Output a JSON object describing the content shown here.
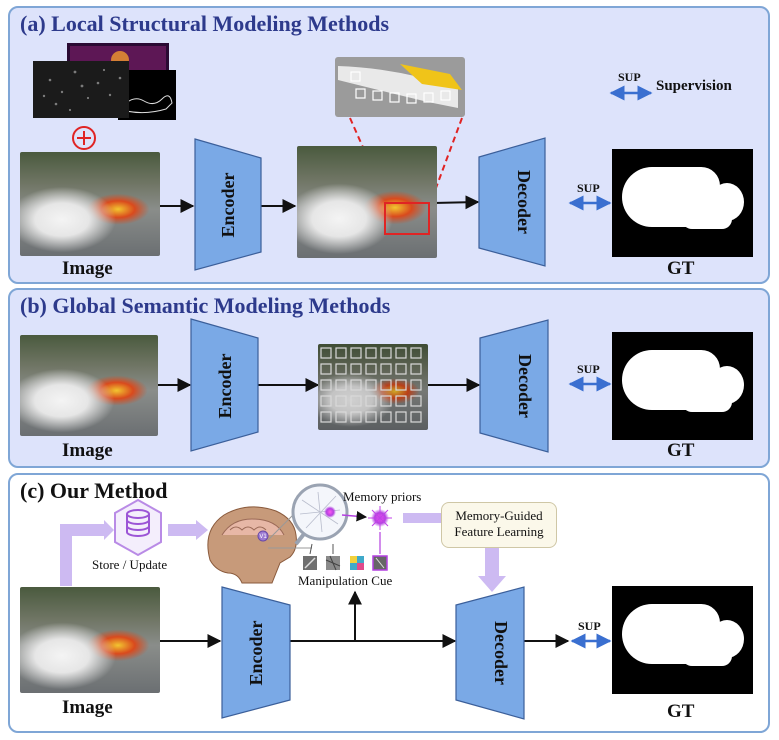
{
  "panels": {
    "a": {
      "title": "(a) Local Structural Modeling Methods",
      "image_label": "Image",
      "gt_label": "GT",
      "encoder": "Encoder",
      "decoder": "Decoder",
      "sup": "SUP"
    },
    "b": {
      "title": "(b) Global Semantic Modeling Methods",
      "image_label": "Image",
      "gt_label": "GT",
      "encoder": "Encoder",
      "decoder": "Decoder",
      "sup": "SUP"
    },
    "c": {
      "title": "(c) Our Method",
      "image_label": "Image",
      "gt_label": "GT",
      "encoder": "Encoder",
      "decoder": "Decoder",
      "sup": "SUP",
      "store_update": "Store / Update",
      "memory_priors": "Memory priors",
      "manipulation_cue": "Manipulation Cue",
      "memory_guided_line1": "Memory-Guided",
      "memory_guided_line2": "Feature Learning",
      "v1_label": "V1"
    }
  },
  "legend": {
    "sup_tag": "SUP",
    "supervision": "Supervision"
  },
  "colors": {
    "panel_fill": "#dde3fb",
    "panel_border": "#7fa6d6",
    "title_color": "#2d3a8c",
    "block_fill": "#7aa9e6",
    "block_stroke": "#3b5f9a",
    "sup_arrow": "#3a6fd0",
    "flow_purple": "#cdbaf2",
    "red_accent": "#e02424"
  }
}
